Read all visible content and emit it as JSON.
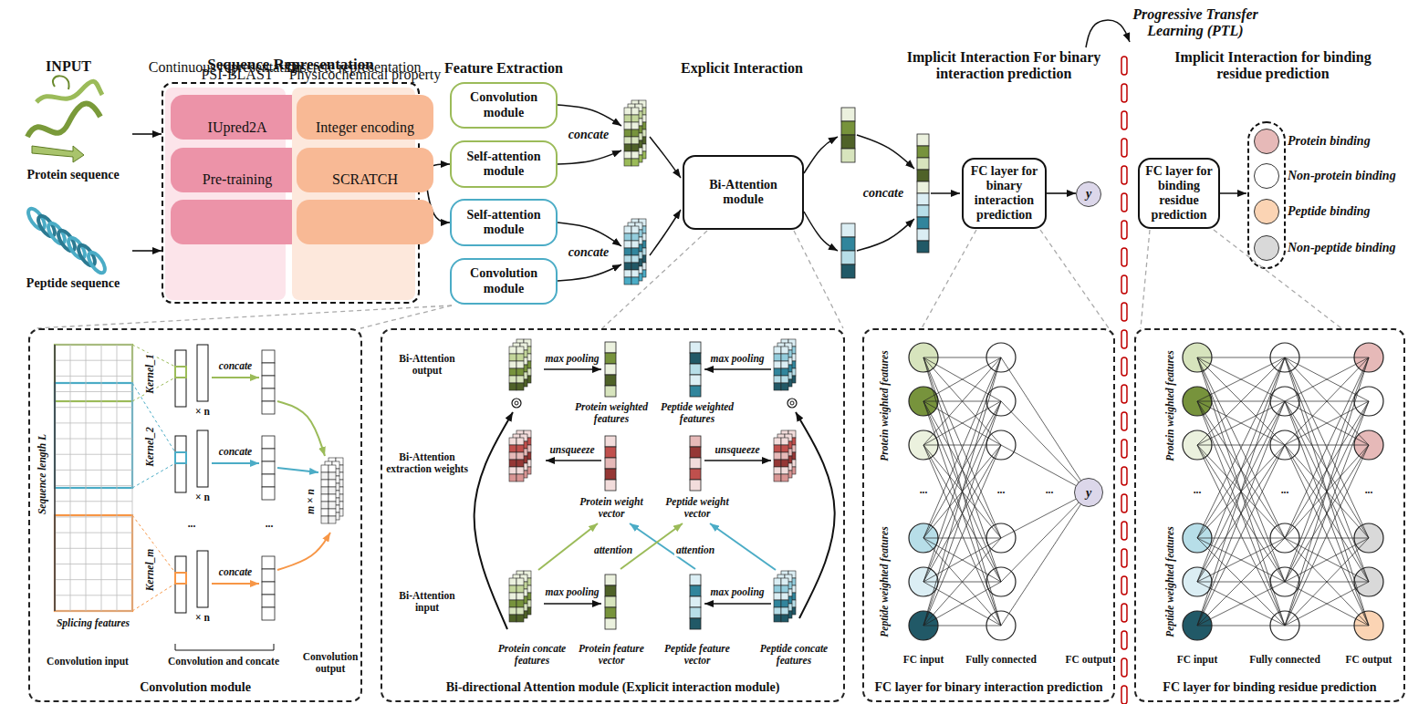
{
  "diagram": {
    "nodes": [
      {
        "text": [
          "Sequence Representation"
        ]
      },
      {
        "text": [
          "Continuous representation"
        ],
        "in": 0
      },
      {
        "text": [
          "PSI-BLAST"
        ],
        "in": 1
      },
      {
        "text": [
          "IUpred2A"
        ],
        "in": 1
      },
      {
        "text": [
          "Pre-training"
        ],
        "in": 1
      },
      {
        "text": [
          "Discrete representation"
        ],
        "in": 0
      },
      {
        "text": [
          "Physicochemical property"
        ],
        "in": 5
      },
      {
        "text": [
          "Integer encoding"
        ],
        "in": 5
      },
      {
        "text": [
          "SCRATCH"
        ],
        "in": 5
      },
      {
        "text": [
          "Protein sequence"
        ]
      },
      {
        "text": [
          "Peptide sequence"
        ]
      },
      {
        "text": [
          "Convolution module"
        ]
      },
      {
        "text": [
          "Self-attention module"
        ]
      },
      {
        "text": [
          "Self-attention module"
        ]
      },
      {
        "text": [
          "Convolution module"
        ]
      },
      {
        "text": [
          "Bi-Attention module"
        ]
      },
      {
        "text": [
          "FC layer for binary interaction prediction"
        ]
      },
      {
        "text": [
          "y"
        ]
      },
      {
        "text": [
          "FC layer for binding residue prediction"
        ]
      },
      {
        "text": [
          "Convolution module"
        ]
      },
      {
        "text": [
          "Bi-directional Attention module (Explicit interaction module)"
        ]
      },
      {
        "text": [
          "FC layer for binary interaction prediction"
        ]
      },
      {
        "text": [
          "FC layer for binding residue prediction"
        ]
      },
      {
        "text": [
          "y"
        ],
        "in": 21
      }
    ],
    "edges": [
      {
        "from": 9,
        "to": 0,
        "arrow": "to"
      },
      {
        "from": 10,
        "to": 0,
        "arrow": "to"
      },
      {
        "from": 7,
        "to": 12,
        "arrow": "to"
      },
      {
        "from": 7,
        "to": 13,
        "arrow": "to"
      },
      {
        "from": 16,
        "to": 17,
        "arrow": "to"
      }
    ],
    "labels": [
      "INPUT",
      "Feature Extraction",
      "Explicit Interaction",
      "Implicit Interaction For binary interaction prediction",
      "Progressive Transfer Learning (PTL)",
      "Implicit Interaction for binding residue prediction",
      "concate",
      "concate",
      "concate",
      "Sequence length L",
      "Kernel_1",
      "Kernel_2",
      "Kernel_m",
      "× n",
      "× n",
      "× n",
      "concate",
      "concate",
      "concate",
      "...",
      "...",
      "m × n",
      "Splicing features",
      "Convolution input",
      "Convolution and concate",
      "Convolution output",
      "Bi-Attention output",
      "max pooling",
      "max pooling",
      "Protein weighted features",
      "Peptide weighted features",
      "Bi-Attention extraction weights",
      "unsqueeze",
      "unsqueeze",
      "Protein weight vector",
      "Peptide weight vector",
      "attention",
      "attention",
      "Bi-Attention input",
      "max pooling",
      "max pooling",
      "Protein concate features",
      "Protein feature vector",
      "Peptide feature vector",
      "Peptide concate features",
      "Protein weighted features",
      "Peptide weighted features",
      "...",
      "...",
      "...",
      "FC input",
      "Fully connected",
      "FC output",
      "Protein weighted features",
      "Peptide weighted features",
      "...",
      "...",
      "...",
      "FC input",
      "Fully connected",
      "FC output"
    ],
    "legend": [
      {
        "text": "Protein binding",
        "color": "#e6b9b8"
      },
      {
        "text": "Non-protein binding",
        "color": "#ffffff"
      },
      {
        "text": "Peptide binding",
        "color": "#fbd4b4"
      },
      {
        "text": "Non-peptide binding",
        "color": "#d9d9d9"
      }
    ]
  }
}
